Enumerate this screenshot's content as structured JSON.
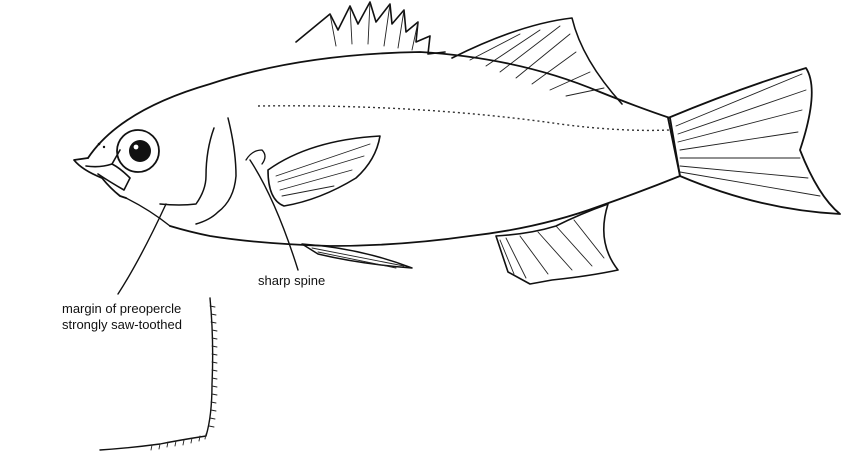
{
  "labels": {
    "sharp_spine": "sharp spine",
    "preopercle_line1": "margin of preopercle",
    "preopercle_line2": "strongly saw-toothed"
  },
  "colors": {
    "ink": "#111111",
    "background": "#ffffff"
  }
}
